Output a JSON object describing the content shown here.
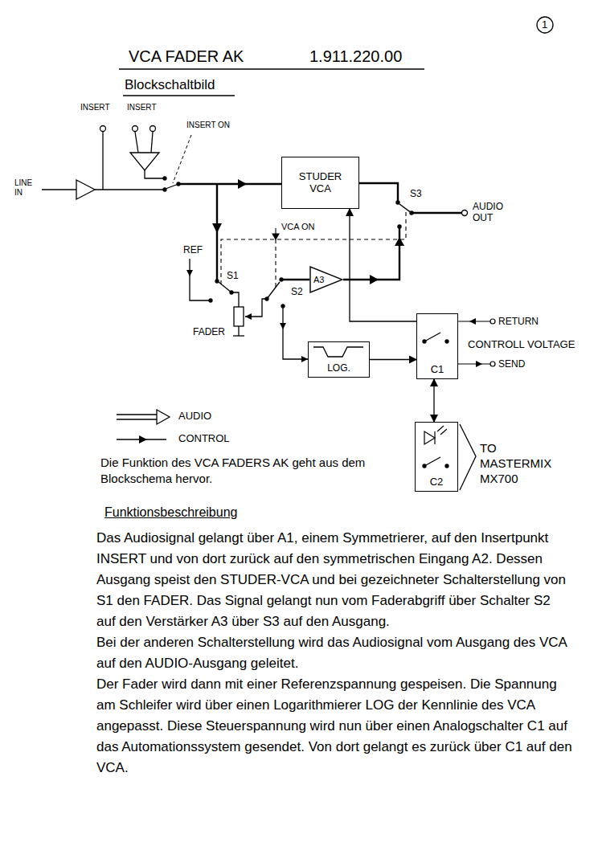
{
  "diagram": {
    "title": "VCA FADER AK",
    "nodes": [
      {
        "text": [
          "STUDER VCA"
        ]
      },
      {
        "text": [
          "A3"
        ]
      },
      {
        "text": [
          "LOG."
        ]
      },
      {
        "text": [
          "C1"
        ]
      },
      {
        "text": [
          "C2"
        ]
      }
    ],
    "edges": [
      {
        "from": 2,
        "to": 3,
        "arrow": "to"
      },
      {
        "from": 3,
        "to": 0,
        "arrow": "to"
      },
      {
        "from": 3,
        "to": 4,
        "arrow": "both"
      }
    ],
    "labels": [
      "1",
      "1.911.220.00",
      "Blockschaltbild",
      "LINE IN",
      "INSERT",
      "INSERT",
      "INSERT ON",
      "S3",
      "AUDIO OUT",
      "VCA ON",
      "REF",
      "S1",
      "S2",
      "FADER",
      "RETURN",
      "CONTROLL VOLTAGE",
      "SEND",
      "TO MASTERMIX MX700",
      "Die Funktion des VCA FADERS AK geht aus dem Blockschema hervor.",
      "Funktionsbeschreibung",
      "Das Audiosignal gelangt über A1, einem Symmetrierer, auf den Insertpunkt INSERT und von dort zurück auf den symmetrischen Eingang A2. Dessen Ausgang speist den STUDER-VCA und bei gezeichneter Schalterstellung von S1 den FADER. Das Signal gelangt nun vom Faderabgriff über Schalter S2 auf den Verstärker A3 über S3 auf den Ausgang.",
      "Bei der anderen Schalterstellung wird das Audiosignal vom Ausgang des VCA auf den AUDIO-Ausgang geleitet.",
      "Der Fader wird dann mit einer Referenzspannung gespeisen. Die Spannung am Schleifer wird über einen Logarithmierer LOG der Kennlinie des VCA angepasst. Diese Steuerspannung wird nun über einen Analogschalter C1 auf das Automationssystem gesendet. Von dort gelangt es zurück über C1 auf den VCA."
    ],
    "legend": [
      {
        "text": "AUDIO"
      },
      {
        "text": "CONTROL"
      }
    ]
  }
}
